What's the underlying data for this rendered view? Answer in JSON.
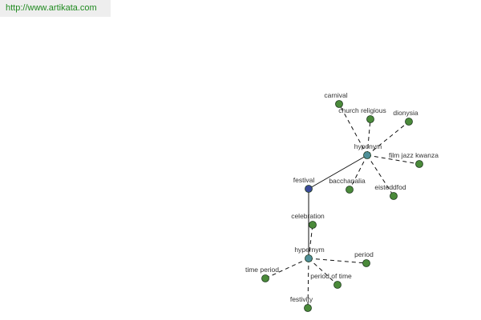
{
  "header": {
    "url": "http://www.artikata.com"
  },
  "graph": {
    "colors": {
      "root": "#3b4a9a",
      "relation": "#4f8f98",
      "leaf": "#4a8a3a",
      "edge": "#111111",
      "label": "#333333"
    },
    "nodes": [
      {
        "id": "festival",
        "label": "festival",
        "kind": "root"
      },
      {
        "id": "hyponym",
        "label": "hyponym",
        "kind": "relation"
      },
      {
        "id": "hypernym",
        "label": "hypernym",
        "kind": "relation"
      },
      {
        "id": "celebration",
        "label": "celebration",
        "kind": "leaf"
      },
      {
        "id": "carnival",
        "label": "carnival",
        "kind": "leaf"
      },
      {
        "id": "church_religious",
        "label": "church religious",
        "kind": "leaf"
      },
      {
        "id": "dionysia",
        "label": "dionysia",
        "kind": "leaf"
      },
      {
        "id": "film_jazz_kwanza",
        "label": "film jazz kwanza",
        "kind": "leaf"
      },
      {
        "id": "eisteddfod",
        "label": "eisteddfod",
        "kind": "leaf"
      },
      {
        "id": "bacchanalia",
        "label": "bacchanalia",
        "kind": "leaf"
      },
      {
        "id": "period",
        "label": "period",
        "kind": "leaf"
      },
      {
        "id": "period_of_time",
        "label": "period of time",
        "kind": "leaf"
      },
      {
        "id": "time_period",
        "label": "time period",
        "kind": "leaf"
      },
      {
        "id": "festivity",
        "label": "festivity",
        "kind": "leaf"
      }
    ],
    "edges": [
      {
        "from": "festival",
        "to": "hyponym",
        "style": "solid"
      },
      {
        "from": "festival",
        "to": "hypernym",
        "style": "solid"
      },
      {
        "from": "hyponym",
        "to": "carnival",
        "style": "dashed"
      },
      {
        "from": "hyponym",
        "to": "church_religious",
        "style": "dashed"
      },
      {
        "from": "hyponym",
        "to": "dionysia",
        "style": "dashed"
      },
      {
        "from": "hyponym",
        "to": "film_jazz_kwanza",
        "style": "dashed"
      },
      {
        "from": "hyponym",
        "to": "eisteddfod",
        "style": "dashed"
      },
      {
        "from": "hyponym",
        "to": "bacchanalia",
        "style": "dashed"
      },
      {
        "from": "hypernym",
        "to": "celebration",
        "style": "dashed"
      },
      {
        "from": "hypernym",
        "to": "period",
        "style": "dashed"
      },
      {
        "from": "hypernym",
        "to": "period_of_time",
        "style": "dashed"
      },
      {
        "from": "hypernym",
        "to": "time_period",
        "style": "dashed"
      },
      {
        "from": "hypernym",
        "to": "festivity",
        "style": "dashed"
      }
    ]
  }
}
